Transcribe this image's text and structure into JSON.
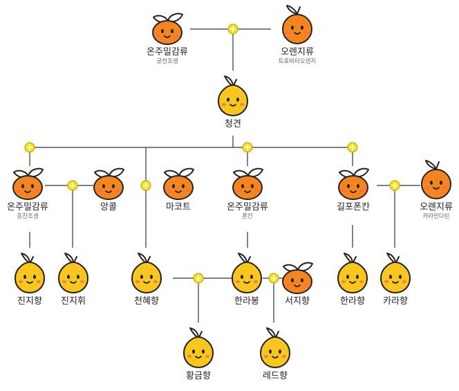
{
  "colors": {
    "line": "#333333",
    "joint_fill": "#f7e11c",
    "joint_stroke": "#b59b00",
    "orange_fill": "#f6841f",
    "yellow_fill": "#f8c61c",
    "outline": "#222222",
    "face": "#222222",
    "blush": "#f26c5a",
    "leaf": "#ffffff"
  },
  "nodes": {
    "onju1": {
      "name": "온주밀감류",
      "sub": "궁천조생",
      "kind": "orange-leaf"
    },
    "orange1": {
      "name": "오렌지류",
      "sub": "트로비타오렌지",
      "kind": "orange-stem"
    },
    "cheonggyeon": {
      "name": "청견",
      "sub": "",
      "kind": "yellow"
    },
    "onju2": {
      "name": "온주밀감류",
      "sub": "흥진조생",
      "kind": "orange-leaf"
    },
    "angkol": {
      "name": "앙콜",
      "sub": "",
      "kind": "orange-leaf"
    },
    "makot": {
      "name": "마코트",
      "sub": "",
      "kind": "orange-leaf"
    },
    "onju3": {
      "name": "온주밀감류",
      "sub": "폰칸",
      "kind": "orange-leaf"
    },
    "gilpo": {
      "name": "길포폰칸",
      "sub": "",
      "kind": "orange-leaf"
    },
    "orange2": {
      "name": "오렌지류",
      "sub": "카라만다린",
      "kind": "orange-stem"
    },
    "jinjihyang": {
      "name": "진지향",
      "sub": "",
      "kind": "yellow"
    },
    "jinjihwi": {
      "name": "진지휘",
      "sub": "",
      "kind": "yellow"
    },
    "cheonhyehyang": {
      "name": "천혜향",
      "sub": "",
      "kind": "yellow"
    },
    "hallabong": {
      "name": "한라봉",
      "sub": "",
      "kind": "yellow"
    },
    "seojihyang": {
      "name": "서지향",
      "sub": "",
      "kind": "orange-leaf"
    },
    "hallahyang": {
      "name": "한라향",
      "sub": "",
      "kind": "yellow"
    },
    "karahyang": {
      "name": "카라향",
      "sub": "",
      "kind": "yellow"
    },
    "hwanggeumhyang": {
      "name": "황금향",
      "sub": "",
      "kind": "yellow"
    },
    "redhyang": {
      "name": "레드향",
      "sub": "",
      "kind": "yellow"
    }
  }
}
